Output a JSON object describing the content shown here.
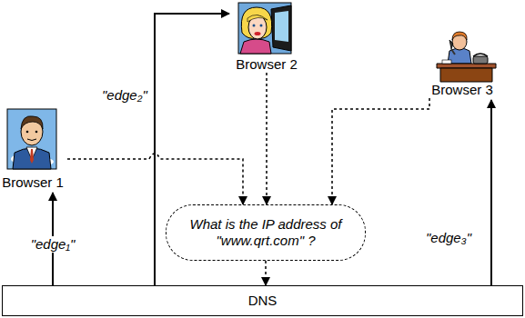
{
  "diagram": {
    "nodes": [
      {
        "text": [
          "Browser 1"
        ]
      },
      {
        "text": [
          "Browser 2"
        ]
      },
      {
        "text": [
          "Browser 3"
        ]
      },
      {
        "text": [
          "What is the IP address of \"www.qrt.com\" ?"
        ]
      },
      {
        "text": [
          "DNS"
        ]
      }
    ],
    "edges": [
      {
        "from": 0,
        "to": 3,
        "arrow": "to"
      },
      {
        "from": 1,
        "to": 3,
        "arrow": "to"
      },
      {
        "from": 2,
        "to": 3,
        "arrow": "to"
      },
      {
        "from": 3,
        "to": 4,
        "arrow": "to"
      },
      {
        "from": 4,
        "to": 0,
        "label": "\"edge₁\"",
        "arrow": "to"
      },
      {
        "from": 4,
        "to": 1,
        "label": "\"edge₂\"",
        "arrow": "to"
      },
      {
        "from": 4,
        "to": 2,
        "label": "\"edge₃\"",
        "arrow": "to"
      }
    ]
  }
}
